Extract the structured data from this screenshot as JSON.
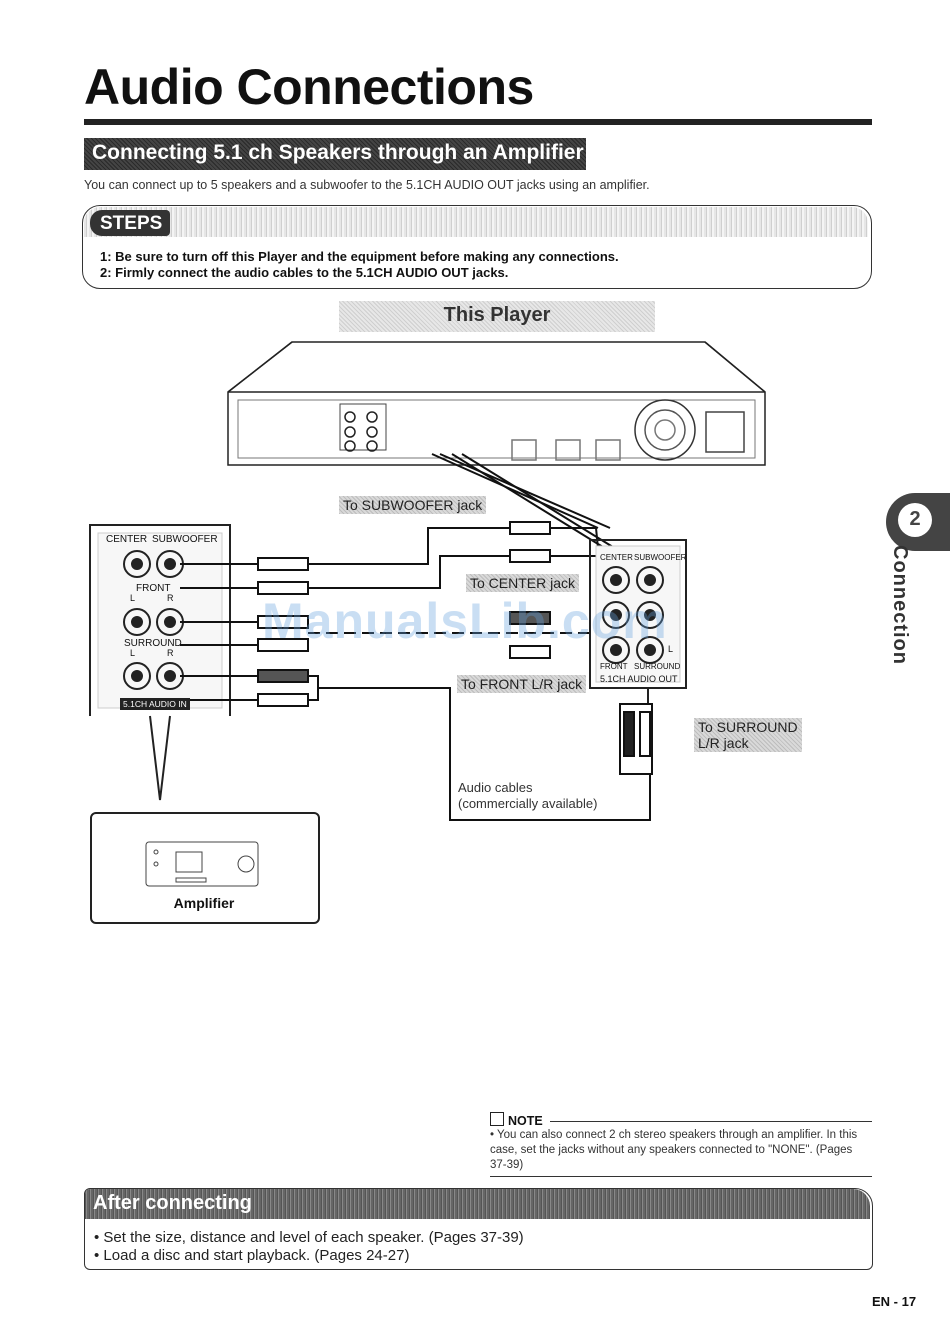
{
  "page": {
    "title": "Audio Connections",
    "section_title": "Connecting 5.1 ch Speakers through an Amplifier",
    "intro": "You can connect up to 5 speakers and a subwoofer to the 5.1CH AUDIO OUT jacks using an amplifier."
  },
  "steps": {
    "label": "STEPS",
    "items": [
      "1: Be sure to turn off this Player and the equipment before making any connections.",
      "2: Firmly connect the audio cables to the 5.1CH AUDIO OUT jacks."
    ]
  },
  "diagram": {
    "player_label": "This Player",
    "to_subwoofer": "To SUBWOOFER jack",
    "to_center": "To CENTER jack",
    "to_front": "To FRONT L/R jack",
    "to_surround": "To SURROUND L/R jack",
    "amp_panel": {
      "center": "CENTER",
      "subwoofer": "SUBWOOFER",
      "front": "FRONT",
      "surround": "SURROUND",
      "l": "L",
      "r": "R",
      "badge": "5.1CH AUDIO IN"
    },
    "player_panel": {
      "center": "CENTER",
      "subwoofer": "SUBWOOFER",
      "front": "FRONT",
      "surround": "SURROUND",
      "l": "L",
      "out_label": "5.1CH AUDIO OUT"
    },
    "cables_label_1": "Audio cables",
    "cables_label_2": "(commercially available)",
    "amplifier": "Amplifier"
  },
  "note": {
    "heading": "NOTE",
    "text": "You can also connect 2 ch stereo speakers through an amplifier. In this case, set the jacks without any speakers connected to \"NONE\". (Pages 37-39)"
  },
  "after": {
    "title": "After connecting",
    "items": [
      "Set the size, distance and level of each speaker. (Pages 37-39)",
      "Load a disc and start playback. (Pages 24-27)"
    ]
  },
  "side_tab": {
    "number": "2",
    "label": "Connection"
  },
  "footer": {
    "page": "EN - 17"
  },
  "watermark": "ManualsLib.com"
}
